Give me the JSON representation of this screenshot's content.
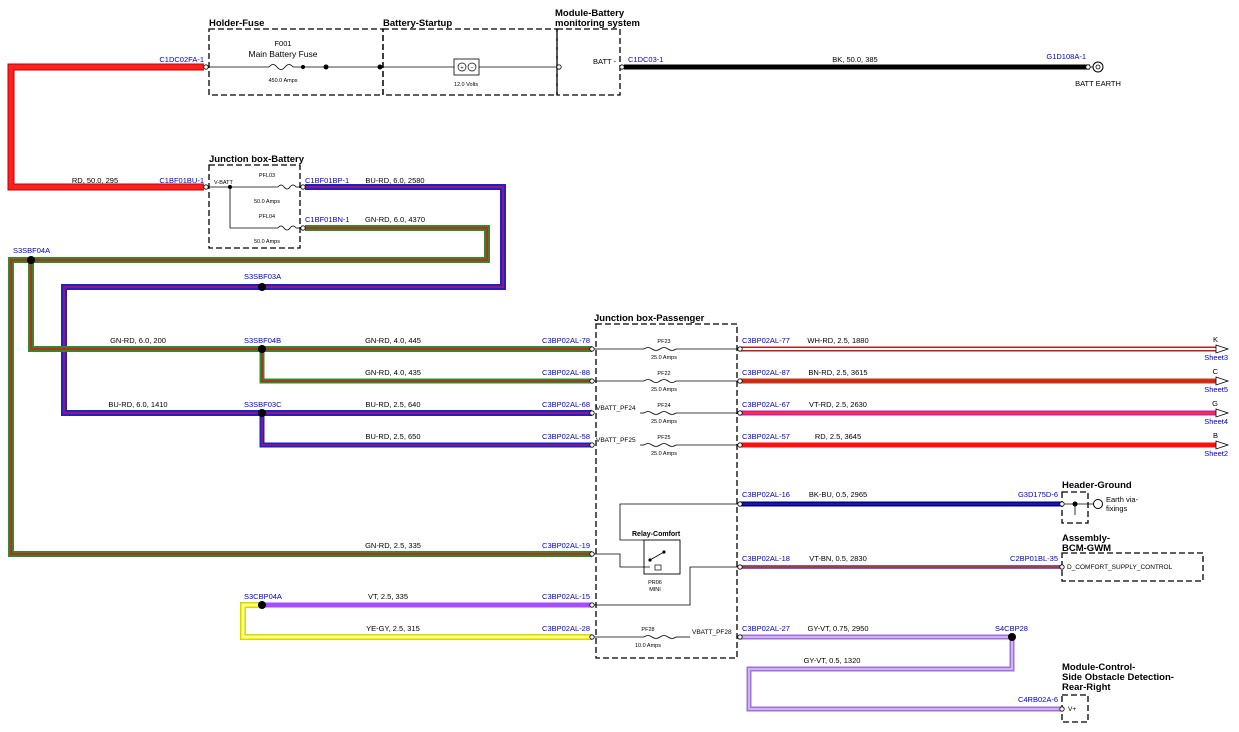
{
  "components": {
    "holder_fuse": {
      "title": "Holder-Fuse",
      "fuse_id": "F001",
      "fuse_name": "Main Battery Fuse",
      "rating": "450.0 Amps"
    },
    "battery_startup": {
      "title": "Battery-Startup",
      "voltage": "12.0 Volts"
    },
    "battery_monitor": {
      "title_line1": "Module-Battery",
      "title_line2": "monitoring system",
      "pin": "BATT -"
    },
    "batt_earth": {
      "label": "BATT EARTH"
    },
    "jb_battery": {
      "title": "Junction box-Battery",
      "pin": "V-BATT",
      "fuse1_id": "PFL03",
      "fuse1_rating": "50.0 Amps",
      "fuse2_id": "PFL04",
      "fuse2_rating": "50.0 Amps"
    },
    "jb_passenger": {
      "title": "Junction box-Passenger",
      "vbatt24": "VBATT_PF24",
      "vbatt25": "VBATT_PF25",
      "vbatt28": "VBATT_PF28"
    },
    "relay": {
      "title": "Relay-Comfort",
      "id": "PR06",
      "sub": "MINI"
    },
    "header_ground": {
      "title": "Header-Ground",
      "label_line1": "Earth via-",
      "label_line2": "fixings"
    },
    "bcm": {
      "title_line1": "Assembly-",
      "title_line2": "BCM-GWM",
      "pin": "D_COMFORT_SUPPLY_CONTROL"
    },
    "rear_module": {
      "title_line1": "Module-Control-",
      "title_line2": "Side Obstacle Detection-",
      "title_line3": "Rear-Right",
      "pin": "V+"
    }
  },
  "fuses": {
    "pf23": {
      "id": "PF23",
      "rating": "25.0 Amps"
    },
    "pf22": {
      "id": "PF22",
      "rating": "25.0 Amps"
    },
    "pf24": {
      "id": "PF24",
      "rating": "25.0 Amps"
    },
    "pf25": {
      "id": "PF25",
      "rating": "25.0 Amps"
    },
    "pf28": {
      "id": "PF28",
      "rating": "10.0 Amps"
    }
  },
  "connectors": {
    "c1dc02fa": "C1DC02FA-1",
    "c1dc03": "C1DC03-1",
    "g1d108a": "G1D108A-1",
    "c1bf01bu": "C1BF01BU-1",
    "c1bf01bp": "C1BF01BP-1",
    "c1bf01bn": "C1BF01BN-1",
    "s3sbf04a": "S3SBF04A",
    "s3sbf03a": "S3SBF03A",
    "s3sbf04b": "S3SBF04B",
    "s3sbf03c": "S3SBF03C",
    "c3bp02al78": "C3BP02AL-78",
    "c3bp02al88": "C3BP02AL-88",
    "c3bp02al68": "C3BP02AL-68",
    "c3bp02al58": "C3BP02AL-58",
    "c3bp02al77": "C3BP02AL-77",
    "c3bp02al87": "C3BP02AL-87",
    "c3bp02al67": "C3BP02AL-67",
    "c3bp02al57": "C3BP02AL-57",
    "c3bp02al16": "C3BP02AL-16",
    "c3bp02al19": "C3BP02AL-19",
    "c3bp02al18": "C3BP02AL-18",
    "c3bp02al15": "C3BP02AL-15",
    "c3bp02al28": "C3BP02AL-28",
    "c3bp02al27": "C3BP02AL-27",
    "g3d175d": "G3D175D-6",
    "c2bp01bl": "C2BP01BL-35",
    "s3cbp04a": "S3CBP04A",
    "s4cbp28": "S4CBP28",
    "c4rb02a": "C4RB02A-6"
  },
  "wires": {
    "bk_50": "BK, 50.0, 385",
    "rd_50": "RD, 50.0, 295",
    "bu_rd_2580": "BU-RD, 6.0, 2580",
    "gn_rd_4370": "GN-RD, 6.0, 4370",
    "gn_rd_200": "GN-RD, 6.0, 200",
    "gn_rd_445": "GN-RD, 4.0, 445",
    "gn_rd_435": "GN-RD, 4.0, 435",
    "bu_rd_1410": "BU-RD, 6.0, 1410",
    "bu_rd_640": "BU-RD, 2.5, 640",
    "bu_rd_650": "BU-RD, 2.5, 650",
    "wh_rd": "WH-RD, 2.5, 1880",
    "bn_rd": "BN-RD, 2.5, 3615",
    "vt_rd": "VT-RD, 2.5, 2630",
    "rd_25": "RD, 2.5, 3645",
    "bk_bu": "BK-BU, 0.5, 2965",
    "gn_rd_335": "GN-RD, 2.5, 335",
    "vt_bn": "VT-BN, 0.5, 2830",
    "vt_335": "VT, 2.5, 335",
    "ye_gy": "YE-GY, 2.5, 315",
    "gy_vt_075": "GY-VT, 0.75, 2950",
    "gy_vt_05": "GY-VT, 0.5, 1320"
  },
  "sheet_refs": {
    "k": {
      "letter": "K",
      "sheet": "Sheet3"
    },
    "c": {
      "letter": "C",
      "sheet": "Sheet5"
    },
    "g": {
      "letter": "G",
      "sheet": "Sheet4"
    },
    "b": {
      "letter": "B",
      "sheet": "Sheet2"
    }
  },
  "colors": {
    "red": "#ff0000",
    "black": "#000000",
    "blue": "#1f1fc8",
    "green": "#2e8b2e",
    "purple": "#8a2be2",
    "violet": "#a64dff",
    "yellow": "#ffff66",
    "brown": "#b5401e",
    "pink": "#e0209a",
    "navy": "#000080",
    "gray": "#b9a0d8"
  }
}
